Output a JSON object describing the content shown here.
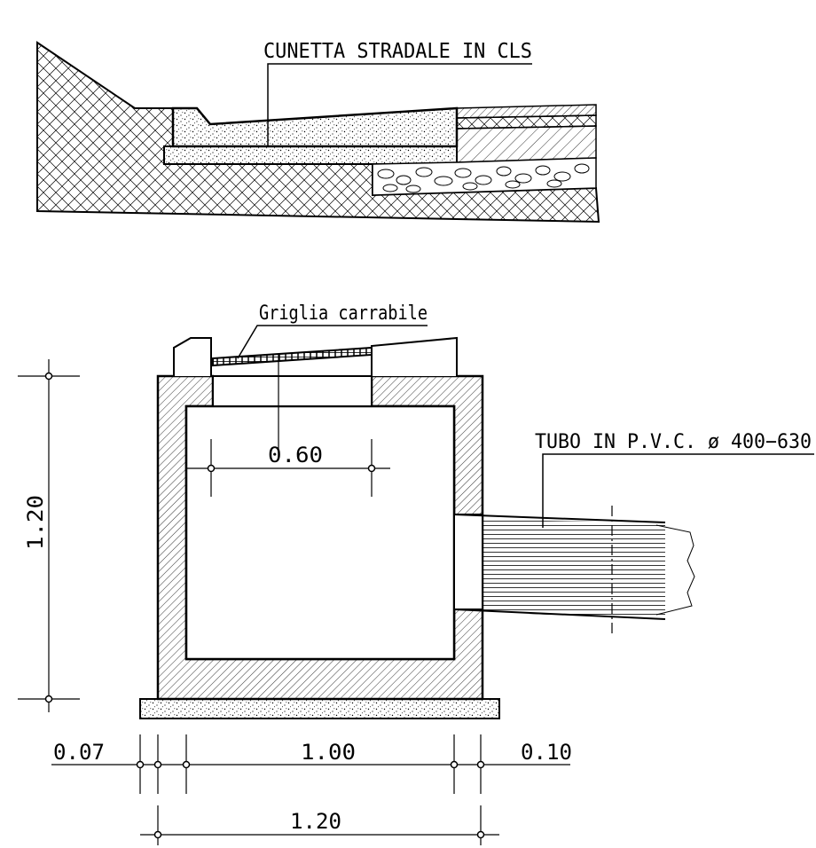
{
  "labels": {
    "road_gutter": "CUNETTA STRADALE IN CLS",
    "grating": "Griglia carrabile",
    "pipe": "TUBO IN P.V.C. ø 400−630"
  },
  "dimensions": {
    "opening_width": "0.60",
    "height": "1.20",
    "base_overhang": "0.07",
    "inner_width": "1.00",
    "wall_thickness": "0.10",
    "total_width": "1.20"
  }
}
